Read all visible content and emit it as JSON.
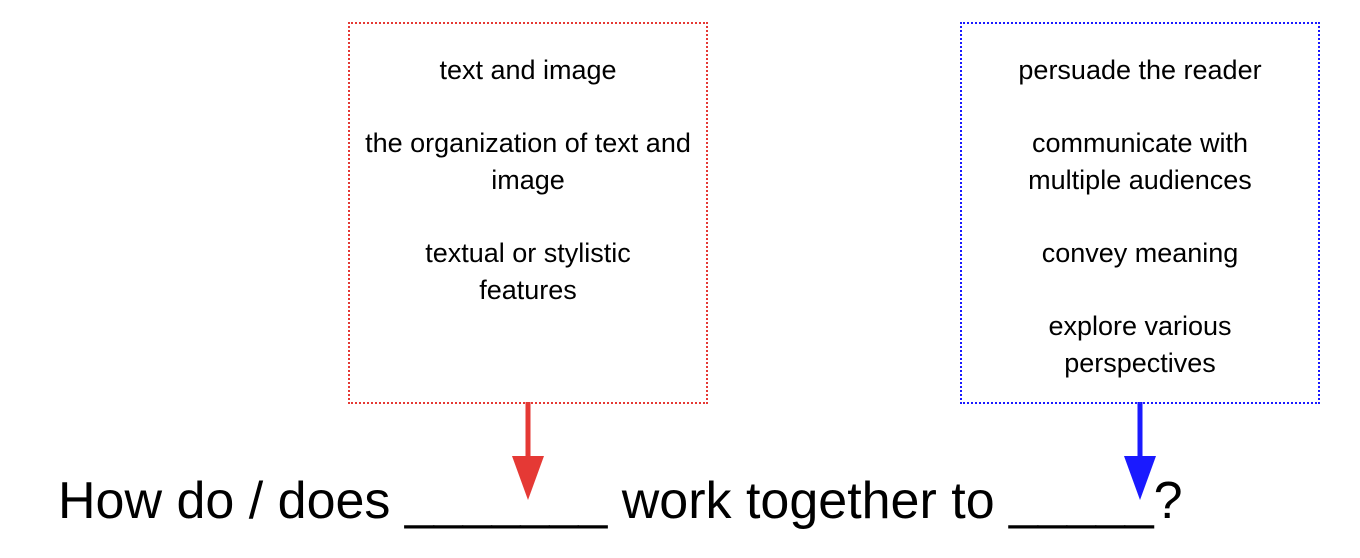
{
  "colors": {
    "left": "#e53935",
    "right": "#1a1aff"
  },
  "left_box": {
    "items": [
      "text and image",
      "the organization of text and image",
      "textual or stylistic features"
    ]
  },
  "right_box": {
    "items": [
      "persuade the reader",
      "communicate with multiple audiences",
      "convey meaning",
      "explore various perspectives"
    ]
  },
  "question": "How do / does _______ work together to _____?"
}
